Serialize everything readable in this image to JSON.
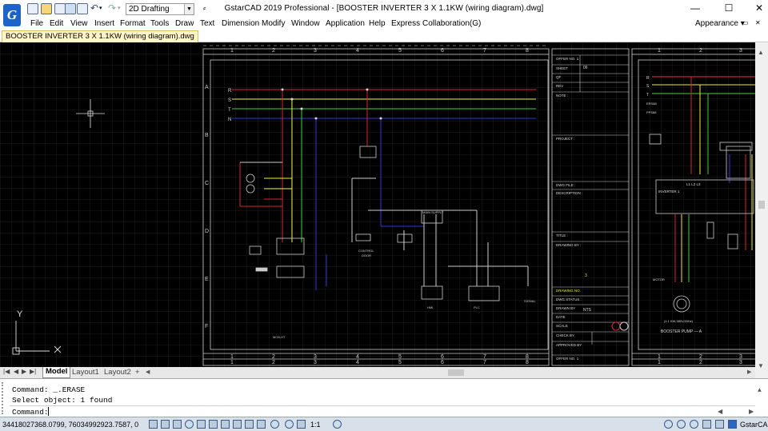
{
  "title": "GstarCAD 2019 Professional - [BOOSTER INVERTER 3 X 1.1KW (wiring diagram).dwg]",
  "logo_letter": "G",
  "workspace": "2D Drafting",
  "menu": [
    "File",
    "Edit",
    "View",
    "Insert",
    "Format",
    "Tools",
    "Draw",
    "Text",
    "Dimension",
    "Modify",
    "Window",
    "Application",
    "Help",
    "Express",
    "Collaboration(G)"
  ],
  "appearance": "Appearance",
  "doc_tab": "BOOSTER INVERTER 3 X 1.1KW (wiring diagram).dwg",
  "layout_tabs": [
    "Model",
    "Layout1",
    "Layout2",
    "+"
  ],
  "command_lines": [
    "Command: _.ERASE",
    "Select object:  1 found",
    "Command:"
  ],
  "coordinates": "34418027368.0799, 76034992923.7587, 0",
  "brand": "GstarCAD",
  "scale": "1:1",
  "drawing": {
    "col_numbers": [
      "1",
      "2",
      "3",
      "4",
      "5",
      "6",
      "7",
      "8"
    ],
    "row_letters": [
      "A",
      "B",
      "C",
      "D",
      "E",
      "F"
    ],
    "ucs_x": "X",
    "ucs_y": "Y",
    "title_fields": [
      "OFFER NO. 1",
      "SHEET",
      "QF",
      "REV",
      "NOTE :",
      "PROJECT :",
      "DWG FILE :",
      "DESCRIPTION :",
      "TITLE : ",
      "DRAWING BY :",
      "DRAWING NO. ",
      "DWG STATUS :",
      "DRAWN BY",
      "DATE",
      "SCALE",
      "CHECK BY",
      "APPROVED BY",
      "OFFER NO. 1"
    ],
    "sheet_val": "06",
    "scale_val": "NTS",
    "drawing_no_val": "3",
    "phases": [
      "R",
      "S",
      "T",
      "N"
    ],
    "right_phases": [
      "R",
      "S",
      "T",
      "ERS88",
      "PPS88"
    ],
    "right_texts": [
      "INVERTER 1",
      "L1 L2 L3",
      "BOOSTER PUMP — A",
      "(1.1 KW,380V,50Hz)",
      "MOTOR"
    ],
    "labels": [
      "MCB-HT",
      "CONTROL",
      "DOOR",
      "SIGNAL",
      "PLC",
      "HMI",
      "MAIN SUPPLY"
    ]
  }
}
